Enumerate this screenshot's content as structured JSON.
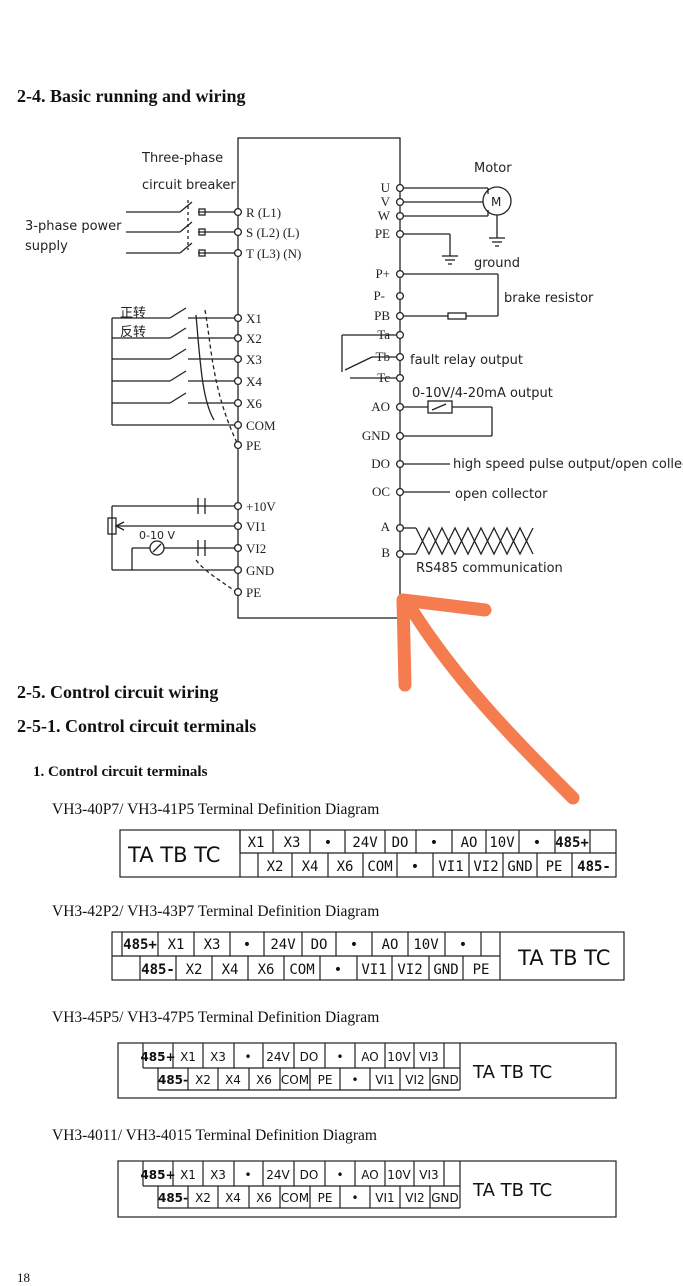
{
  "headings": {
    "h24": "2-4. Basic running and wiring",
    "h25": "2-5. Control circuit wiring",
    "h251": "2-5-1. Control circuit terminals",
    "h1": "1.  Control circuit terminals"
  },
  "wiring": {
    "breaker_line1": "Three-phase",
    "breaker_line2": "circuit breaker",
    "power_line1": "3-phase power",
    "power_line2": "supply",
    "motor": "Motor",
    "motor_symbol": "M",
    "ground": "ground",
    "brake": "brake resistor",
    "fault": "fault relay output",
    "ao_out": "0-10V/4-20mA output",
    "hs": "high speed pulse output/open collector",
    "oc": "open collector",
    "rs485": "RS485 communication",
    "fwd": "正转",
    "rev": "反转",
    "v010": "0-10 V",
    "left_terms": [
      "R (L1)",
      "S (L2) (L)",
      "T (L3) (N)",
      "X1",
      "X2",
      "X3",
      "X4",
      "X6",
      "COM",
      "PE",
      "+10V",
      "VI1",
      "VI2",
      "GND",
      "PE"
    ],
    "right_terms": [
      "U",
      "V",
      "W",
      "PE",
      "P+",
      "P-",
      "PB",
      "Ta",
      "Tb",
      "Tc",
      "AO",
      "GND",
      "DO",
      "OC",
      "A",
      "B"
    ]
  },
  "diagrams": [
    {
      "caption": "VH3-40P7/ VH3-41P5 Terminal Definition Diagram",
      "tatbtc": "TA TB TC",
      "top": [
        "X1",
        "X3",
        "•",
        "24V",
        "DO",
        "•",
        "AO",
        "10V",
        "•",
        "485+"
      ],
      "bottom": [
        "X2",
        "X4",
        "X6",
        "COM",
        "•",
        "VI1",
        "VI2",
        "GND",
        "PE",
        "485-"
      ]
    },
    {
      "caption": "VH3-42P2/ VH3-43P7 Terminal Definition Diagram",
      "tatbtc": "TA TB TC",
      "top": [
        "485+",
        "X1",
        "X3",
        "•",
        "24V",
        "DO",
        "•",
        "AO",
        "10V",
        "•"
      ],
      "bottom": [
        "485-",
        "X2",
        "X4",
        "X6",
        "COM",
        "•",
        "VI1",
        "VI2",
        "GND",
        "PE"
      ]
    },
    {
      "caption": "VH3-45P5/ VH3-47P5 Terminal Definition Diagram",
      "tatbtc": "TA TB TC",
      "top": [
        "485+",
        "X1",
        "X3",
        "•",
        "24V",
        "DO",
        "•",
        "AO",
        "10V",
        "VI3"
      ],
      "bottom": [
        "485-",
        "X2",
        "X4",
        "X6",
        "COM",
        "PE",
        "•",
        "VI1",
        "VI2",
        "GND"
      ]
    },
    {
      "caption": "VH3-4011/ VH3-4015 Terminal Definition Diagram",
      "tatbtc": "TA TB TC",
      "top": [
        "485+",
        "X1",
        "X3",
        "•",
        "24V",
        "DO",
        "•",
        "AO",
        "10V",
        "VI3"
      ],
      "bottom": [
        "485-",
        "X2",
        "X4",
        "X6",
        "COM",
        "PE",
        "•",
        "VI1",
        "VI2",
        "GND"
      ]
    }
  ],
  "page_number": "18",
  "colors": {
    "annotation_arrow": "#f47c4f"
  }
}
